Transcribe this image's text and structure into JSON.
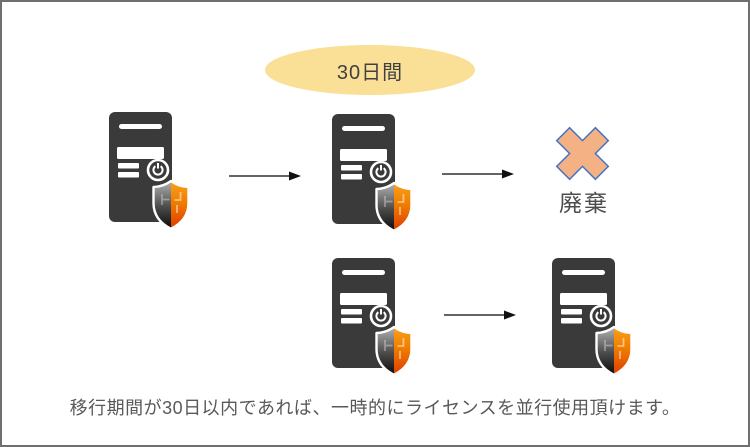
{
  "diagram": {
    "duration_badge": "30日間",
    "disposal_label": "廃棄",
    "caption": "移行期間が30日以内であれば、一時的にライセンスを並行使用頂けます。",
    "icons": {
      "server_tower": "server-tower-with-security-shield-icon",
      "arrow": "arrow-right-icon",
      "cross": "x-discard-icon"
    },
    "colors": {
      "ellipse_fill": "#FAE096",
      "cross_fill": "#F4B183",
      "cross_border": "#4472C4",
      "tower_body": "#3A3A3A",
      "shield_orange_top": "#F9A11B",
      "shield_orange_bottom": "#DE3B00",
      "shield_gray_top": "#B3B3B3",
      "shield_gray_bottom": "#0A0A0A",
      "arrow_color": "#303030",
      "caption_color": "#595959",
      "border_color": "#6F6F6F",
      "text_color": "#404040"
    }
  }
}
